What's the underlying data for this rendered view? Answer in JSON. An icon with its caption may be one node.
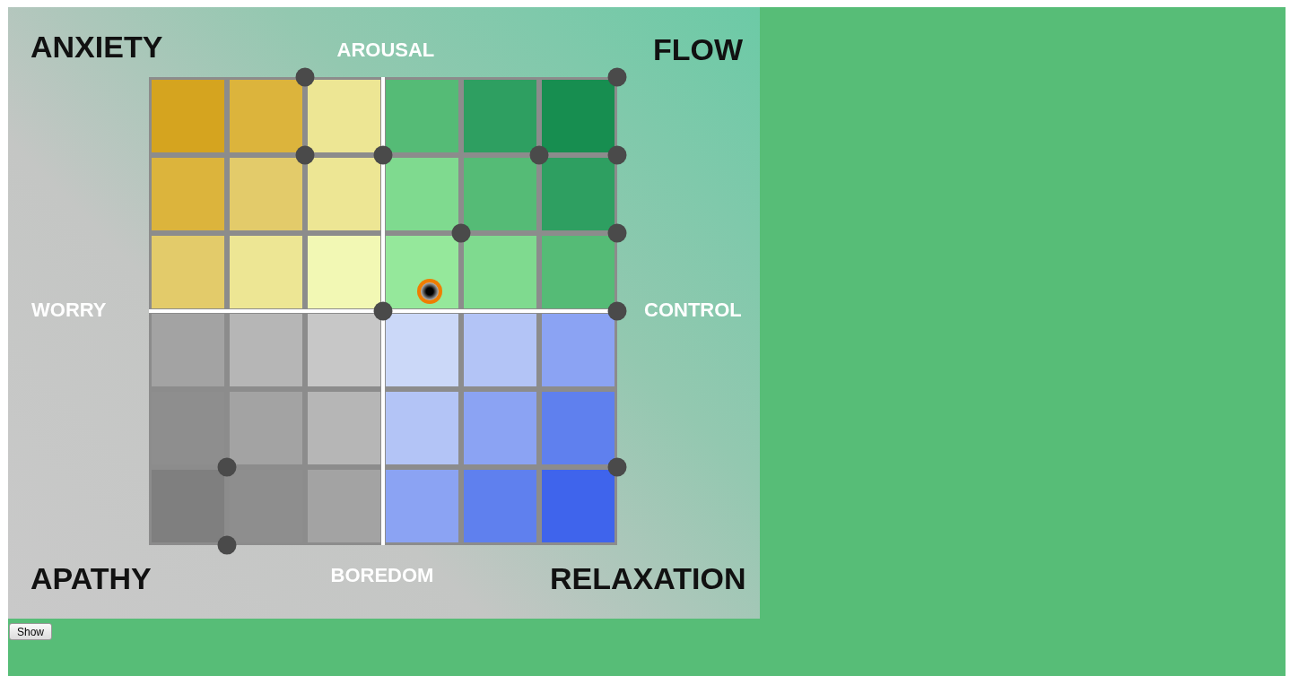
{
  "diagram": {
    "labels": [
      "ANXIETY",
      "AROUSAL",
      "FLOW",
      "WORRY",
      "CONTROL",
      "APATHY",
      "BOREDOM",
      "RELAXATION",
      "Show"
    ]
  }
}
